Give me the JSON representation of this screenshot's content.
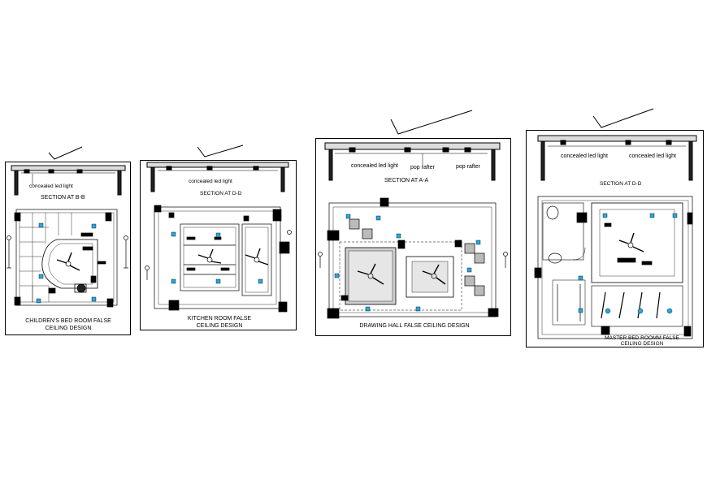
{
  "drawings": [
    {
      "key": "childrens",
      "title_line1": "CHILDREN'S BED ROOM FALSE",
      "title_line2": "CEILING DESIGN",
      "section_title": "SECTION AT B-B",
      "section_labels": [
        "concealed led light"
      ]
    },
    {
      "key": "kitchen",
      "title_line1": "KITCHEN ROOM FALSE",
      "title_line2": "CEILING DESIGN",
      "section_title": "SECTION AT D-D",
      "section_labels": [
        "concealed led light"
      ]
    },
    {
      "key": "drawing",
      "title_line1": "DRAWING HALL FALSE CEILING DESIGN",
      "title_line2": "",
      "section_title": "SECTION AT A-A",
      "section_labels": [
        "concealed led light",
        "pop rafter",
        "pop rafter"
      ]
    },
    {
      "key": "master",
      "title_line1": "MASTER BED ROOMM FALSE",
      "title_line2": "CEILING DESIGN",
      "section_title": "SECTION AT D-D",
      "section_labels": [
        "concealed led light",
        "concealed led light"
      ]
    }
  ],
  "colors": {
    "line": "#000000",
    "light_fixture": "#29a8e0",
    "background": "#ffffff"
  }
}
